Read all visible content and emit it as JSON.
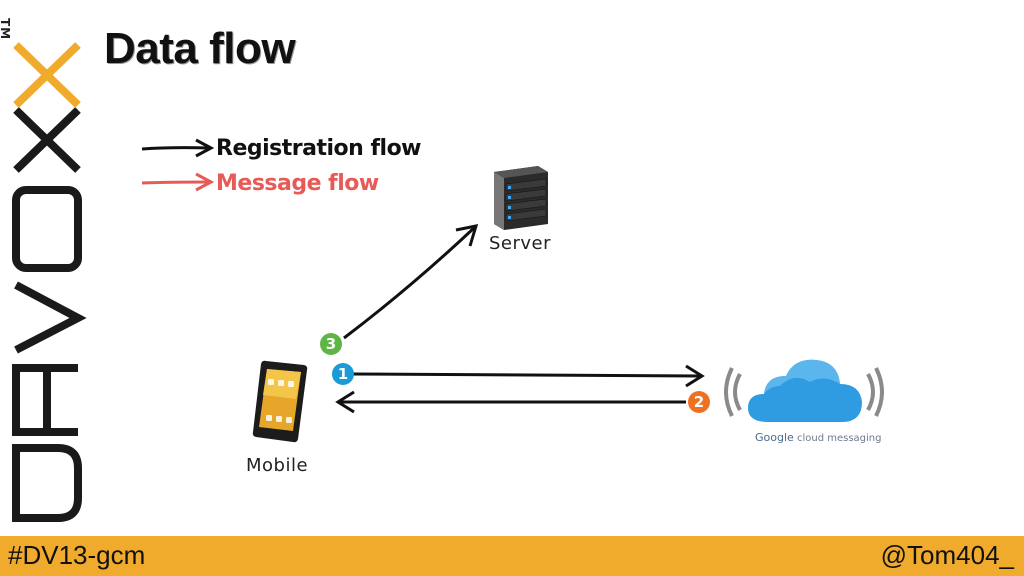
{
  "slide": {
    "title": "Data flow",
    "brand": "DEVOXX",
    "trademark": "TM"
  },
  "legend": [
    {
      "label": "Registration flow",
      "color": "#111111"
    },
    {
      "label": "Message flow",
      "color": "#e75a56"
    }
  ],
  "nodes": {
    "server": {
      "label": "Server",
      "icon": "server-rack-icon"
    },
    "mobile": {
      "label": "Mobile",
      "icon": "smartphone-icon"
    },
    "gcm": {
      "caption_google": "Google",
      "caption_rest": "cloud messaging",
      "icon": "cloud-icon"
    }
  },
  "steps": [
    {
      "number": "1",
      "color": "#1a9ad6"
    },
    {
      "number": "2",
      "color": "#f07022"
    },
    {
      "number": "3",
      "color": "#5db544"
    }
  ],
  "footer": {
    "hashtag": "#DV13-gcm",
    "handle": "@Tom404_",
    "background": "#f0ab2c"
  }
}
